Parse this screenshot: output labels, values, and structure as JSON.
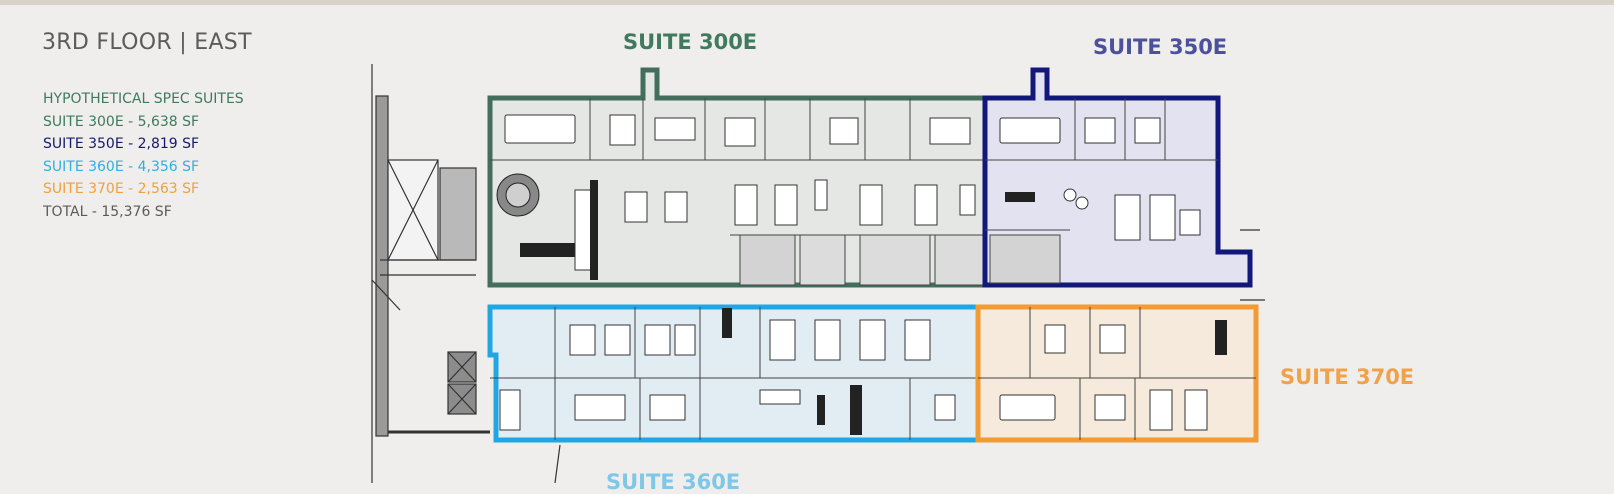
{
  "page": {
    "title": "3RD FLOOR | EAST"
  },
  "legend": {
    "heading": "HYPOTHETICAL SPEC SUITES",
    "items": [
      {
        "text": "SUITE 300E - 5,638 SF",
        "color": "#3f7a5f"
      },
      {
        "text": "SUITE 350E - 2,819 SF",
        "color": "#141a6e"
      },
      {
        "text": "SUITE 360E - 4,356 SF",
        "color": "#2fb0e0"
      },
      {
        "text": "SUITE 370E - 2,563 SF",
        "color": "#f0a03c"
      }
    ],
    "total": "TOTAL - 15,376 SF"
  },
  "suites": {
    "s300": {
      "label": "SUITE 300E",
      "color": "#3f7a5f",
      "outline": "#436e5c",
      "fill": "#e4e7e4"
    },
    "s350": {
      "label": "SUITE 350E",
      "color": "#4b519b",
      "outline": "#12187a",
      "fill": "#e2e2f1"
    },
    "s360": {
      "label": "SUITE 360E",
      "color": "#7ec7e8",
      "outline": "#20a6e3",
      "fill": "#e2edf3"
    },
    "s370": {
      "label": "SUITE 370E",
      "color": "#f0a24a",
      "outline": "#f29a34",
      "fill": "#f5eadb"
    }
  },
  "colors": {
    "legend_heading": "#3f7a5f",
    "total": "#5b5b5b",
    "wall": "#333333"
  }
}
